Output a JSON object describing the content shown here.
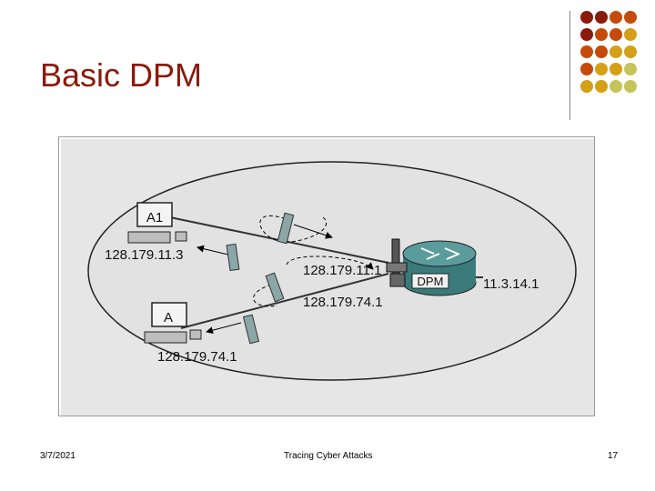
{
  "slide": {
    "title": "Basic DPM",
    "accent_color": "#8b1a0a",
    "dot_colors": [
      "#8b1a0a",
      "#c64a0a",
      "#d4a017",
      "#c4c45a"
    ]
  },
  "diagram": {
    "nodes": {
      "host_a1": {
        "label": "A1",
        "ip": "128.179.11.3"
      },
      "host_a": {
        "label": "A",
        "ip": "128.179.74.1"
      },
      "router": {
        "label": "DPM",
        "ip": "11.3.14.1"
      },
      "interface_top": {
        "ip": "128.179.11.1"
      },
      "interface_bottom": {
        "ip": "128.179.74.1"
      }
    }
  },
  "footer": {
    "date": "3/7/2021",
    "center": "Tracing Cyber Attacks",
    "page_number": "17"
  }
}
